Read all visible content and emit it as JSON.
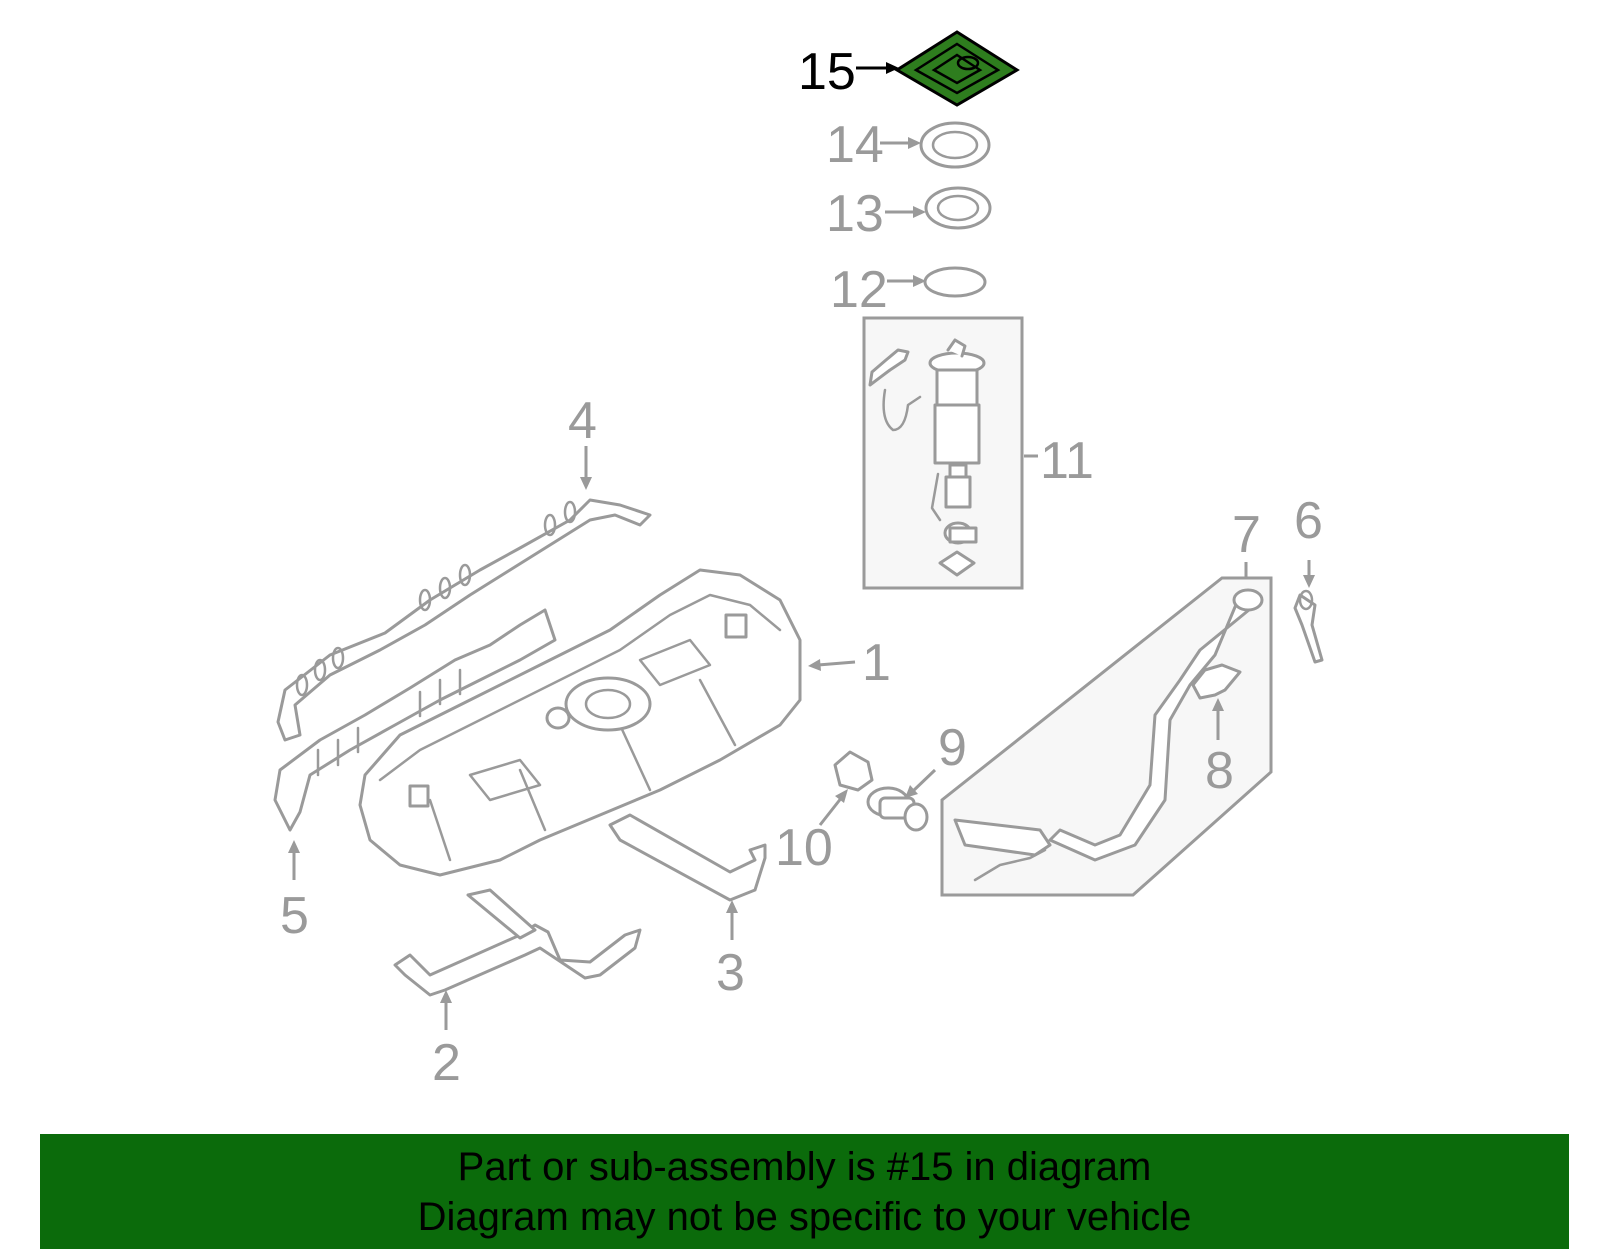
{
  "diagram": {
    "highlight_color": "#2e7d1e",
    "line_color": "#9a9a9a",
    "callouts": [
      "1",
      "2",
      "3",
      "4",
      "5",
      "6",
      "7",
      "8",
      "9",
      "10",
      "11",
      "12",
      "13",
      "14",
      "15"
    ],
    "highlighted_part": "15"
  },
  "banner": {
    "background": "#0b6b0b",
    "line1": "Part or sub-assembly is #15 in diagram",
    "line2": "Diagram may not be specific to your vehicle"
  }
}
